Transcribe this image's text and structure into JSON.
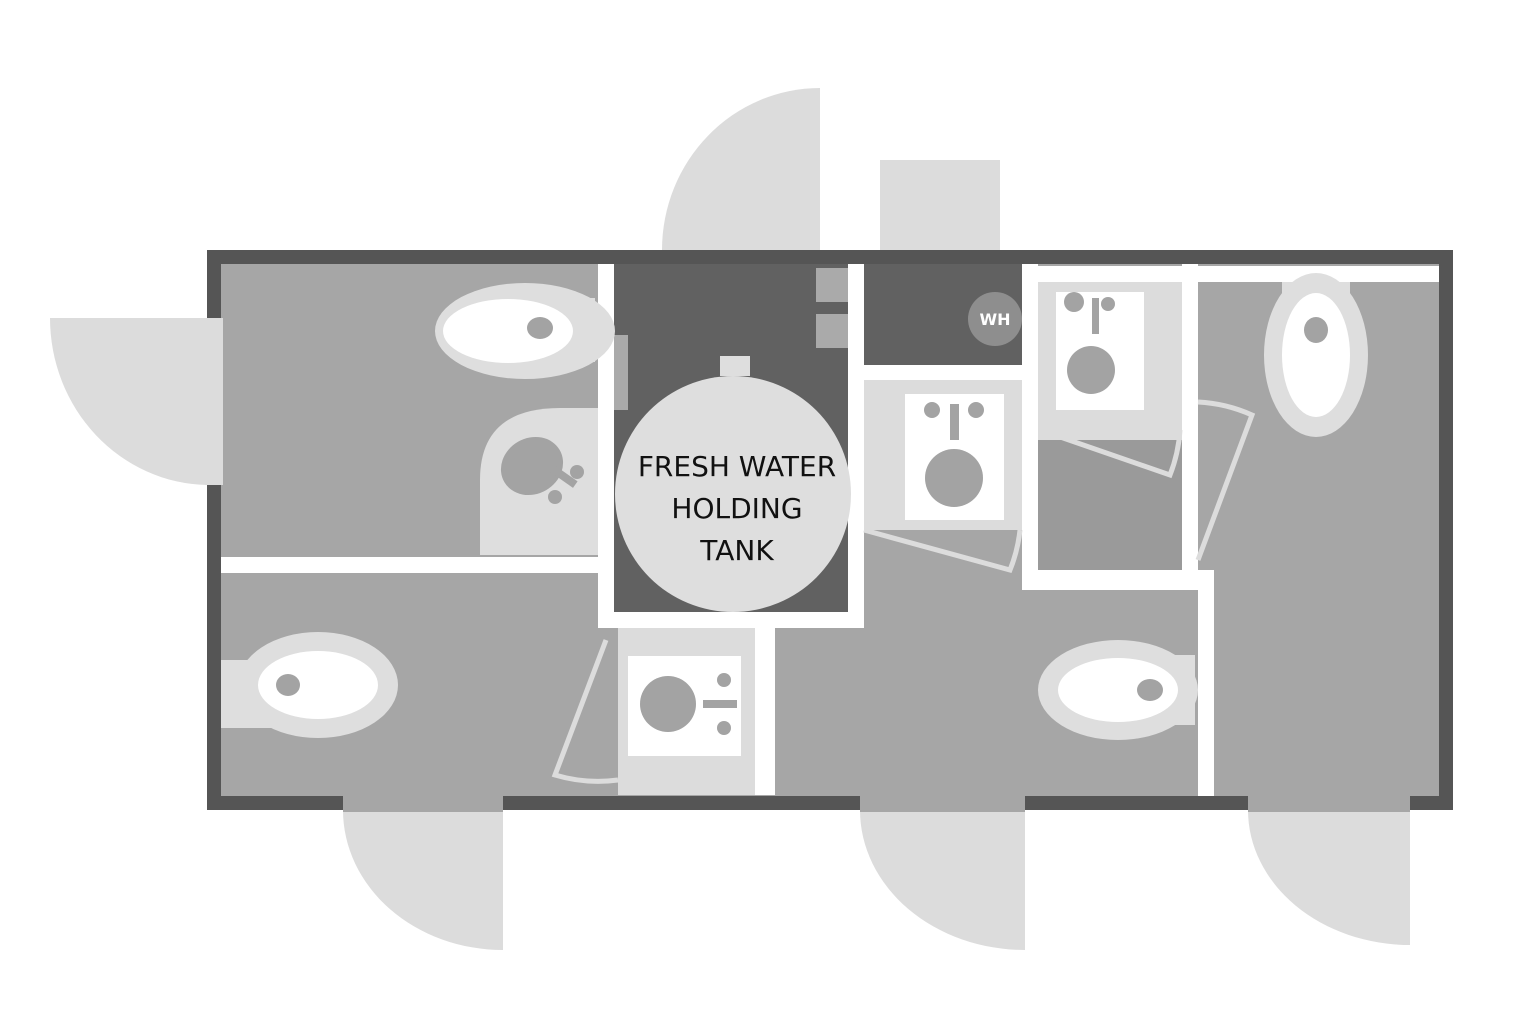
{
  "floor_plan": {
    "tank_label": {
      "line1": "FRESH WATER",
      "line2": "HOLDING",
      "line3": "TANK"
    },
    "water_heater_label": "WH",
    "fixtures": [
      "toilet",
      "toilet",
      "toilet",
      "toilet",
      "sink",
      "sink",
      "sink",
      "sink"
    ],
    "colors": {
      "outer_wall": "#555555",
      "floor": "#a6a6a6",
      "utility_room": "#616161",
      "interior_wall": "#ffffff",
      "door_swing": "#dcdcdc",
      "fixture": "#dedede"
    }
  }
}
